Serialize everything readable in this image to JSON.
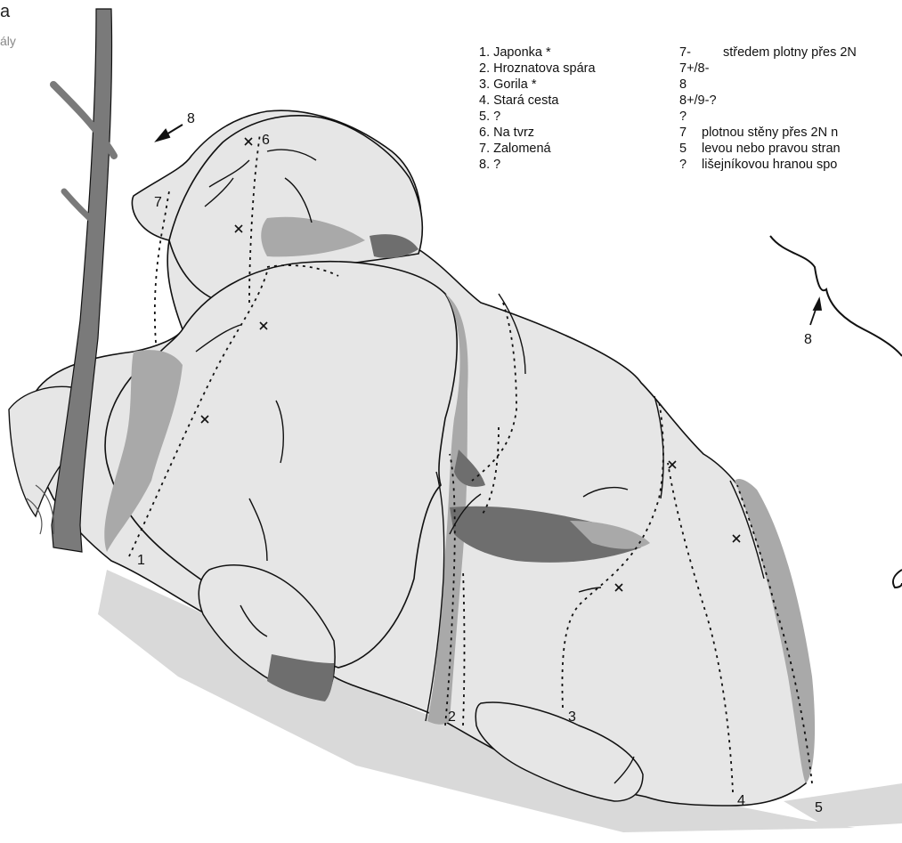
{
  "header": {
    "title": "a",
    "subtitle": "ály"
  },
  "routes": [
    {
      "name": "1. Japonka *",
      "grade": "7-",
      "desc": "středem plotny přes 2N"
    },
    {
      "name": "2. Hroznatova spára",
      "grade": "7+/8-",
      "desc": ""
    },
    {
      "name": "3. Gorila *",
      "grade": "8",
      "desc": ""
    },
    {
      "name": "4. Stará cesta",
      "grade": "8+/9-?",
      "desc": ""
    },
    {
      "name": "5. ?",
      "grade": "?",
      "desc": ""
    },
    {
      "name": "6. Na tvrz",
      "grade": "7",
      "desc": "plotnou stěny přes 2N n"
    },
    {
      "name": "7. Zalomená",
      "grade": "5",
      "desc": "levou nebo pravou stran"
    },
    {
      "name": "8. ?",
      "grade": "?",
      "desc": "lišejníkovou hranou spo"
    }
  ],
  "labels": {
    "r1": "1",
    "r2": "2",
    "r3": "3",
    "r4": "4",
    "r5": "5",
    "r6": "6",
    "r7": "7",
    "r8": "8",
    "r8b": "8"
  },
  "colors": {
    "rock": "#e6e6e6",
    "shade": "#a9a9a9",
    "dark": "#6e6e6e",
    "tree": "#7a7a7a",
    "line": "#111111",
    "ground": "#d9d9d9"
  }
}
